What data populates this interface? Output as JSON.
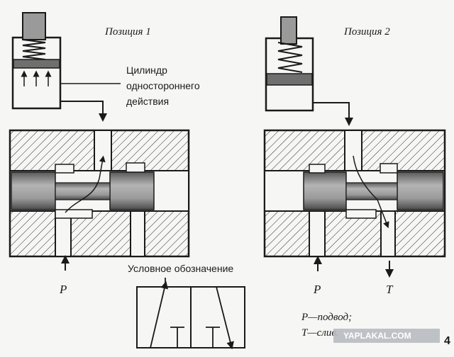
{
  "position1": {
    "title": "Позиция 1",
    "inlet_label": "P"
  },
  "position2": {
    "title": "Позиция 2",
    "inlet_label": "P",
    "outlet_label": "T"
  },
  "cylinder_caption": [
    "Цилиндр",
    "одностороннего",
    "действия"
  ],
  "symbol_caption": "Условное обозначение",
  "legend": [
    "P—подвод;",
    "T—слив."
  ],
  "watermark": "YAPLAKAL.COM",
  "page_number": "4",
  "colors": {
    "ink": "#1a1a1a",
    "paper": "#f6f6f4",
    "spool": "#8c8c8c",
    "piston": "#6f6f6f"
  }
}
